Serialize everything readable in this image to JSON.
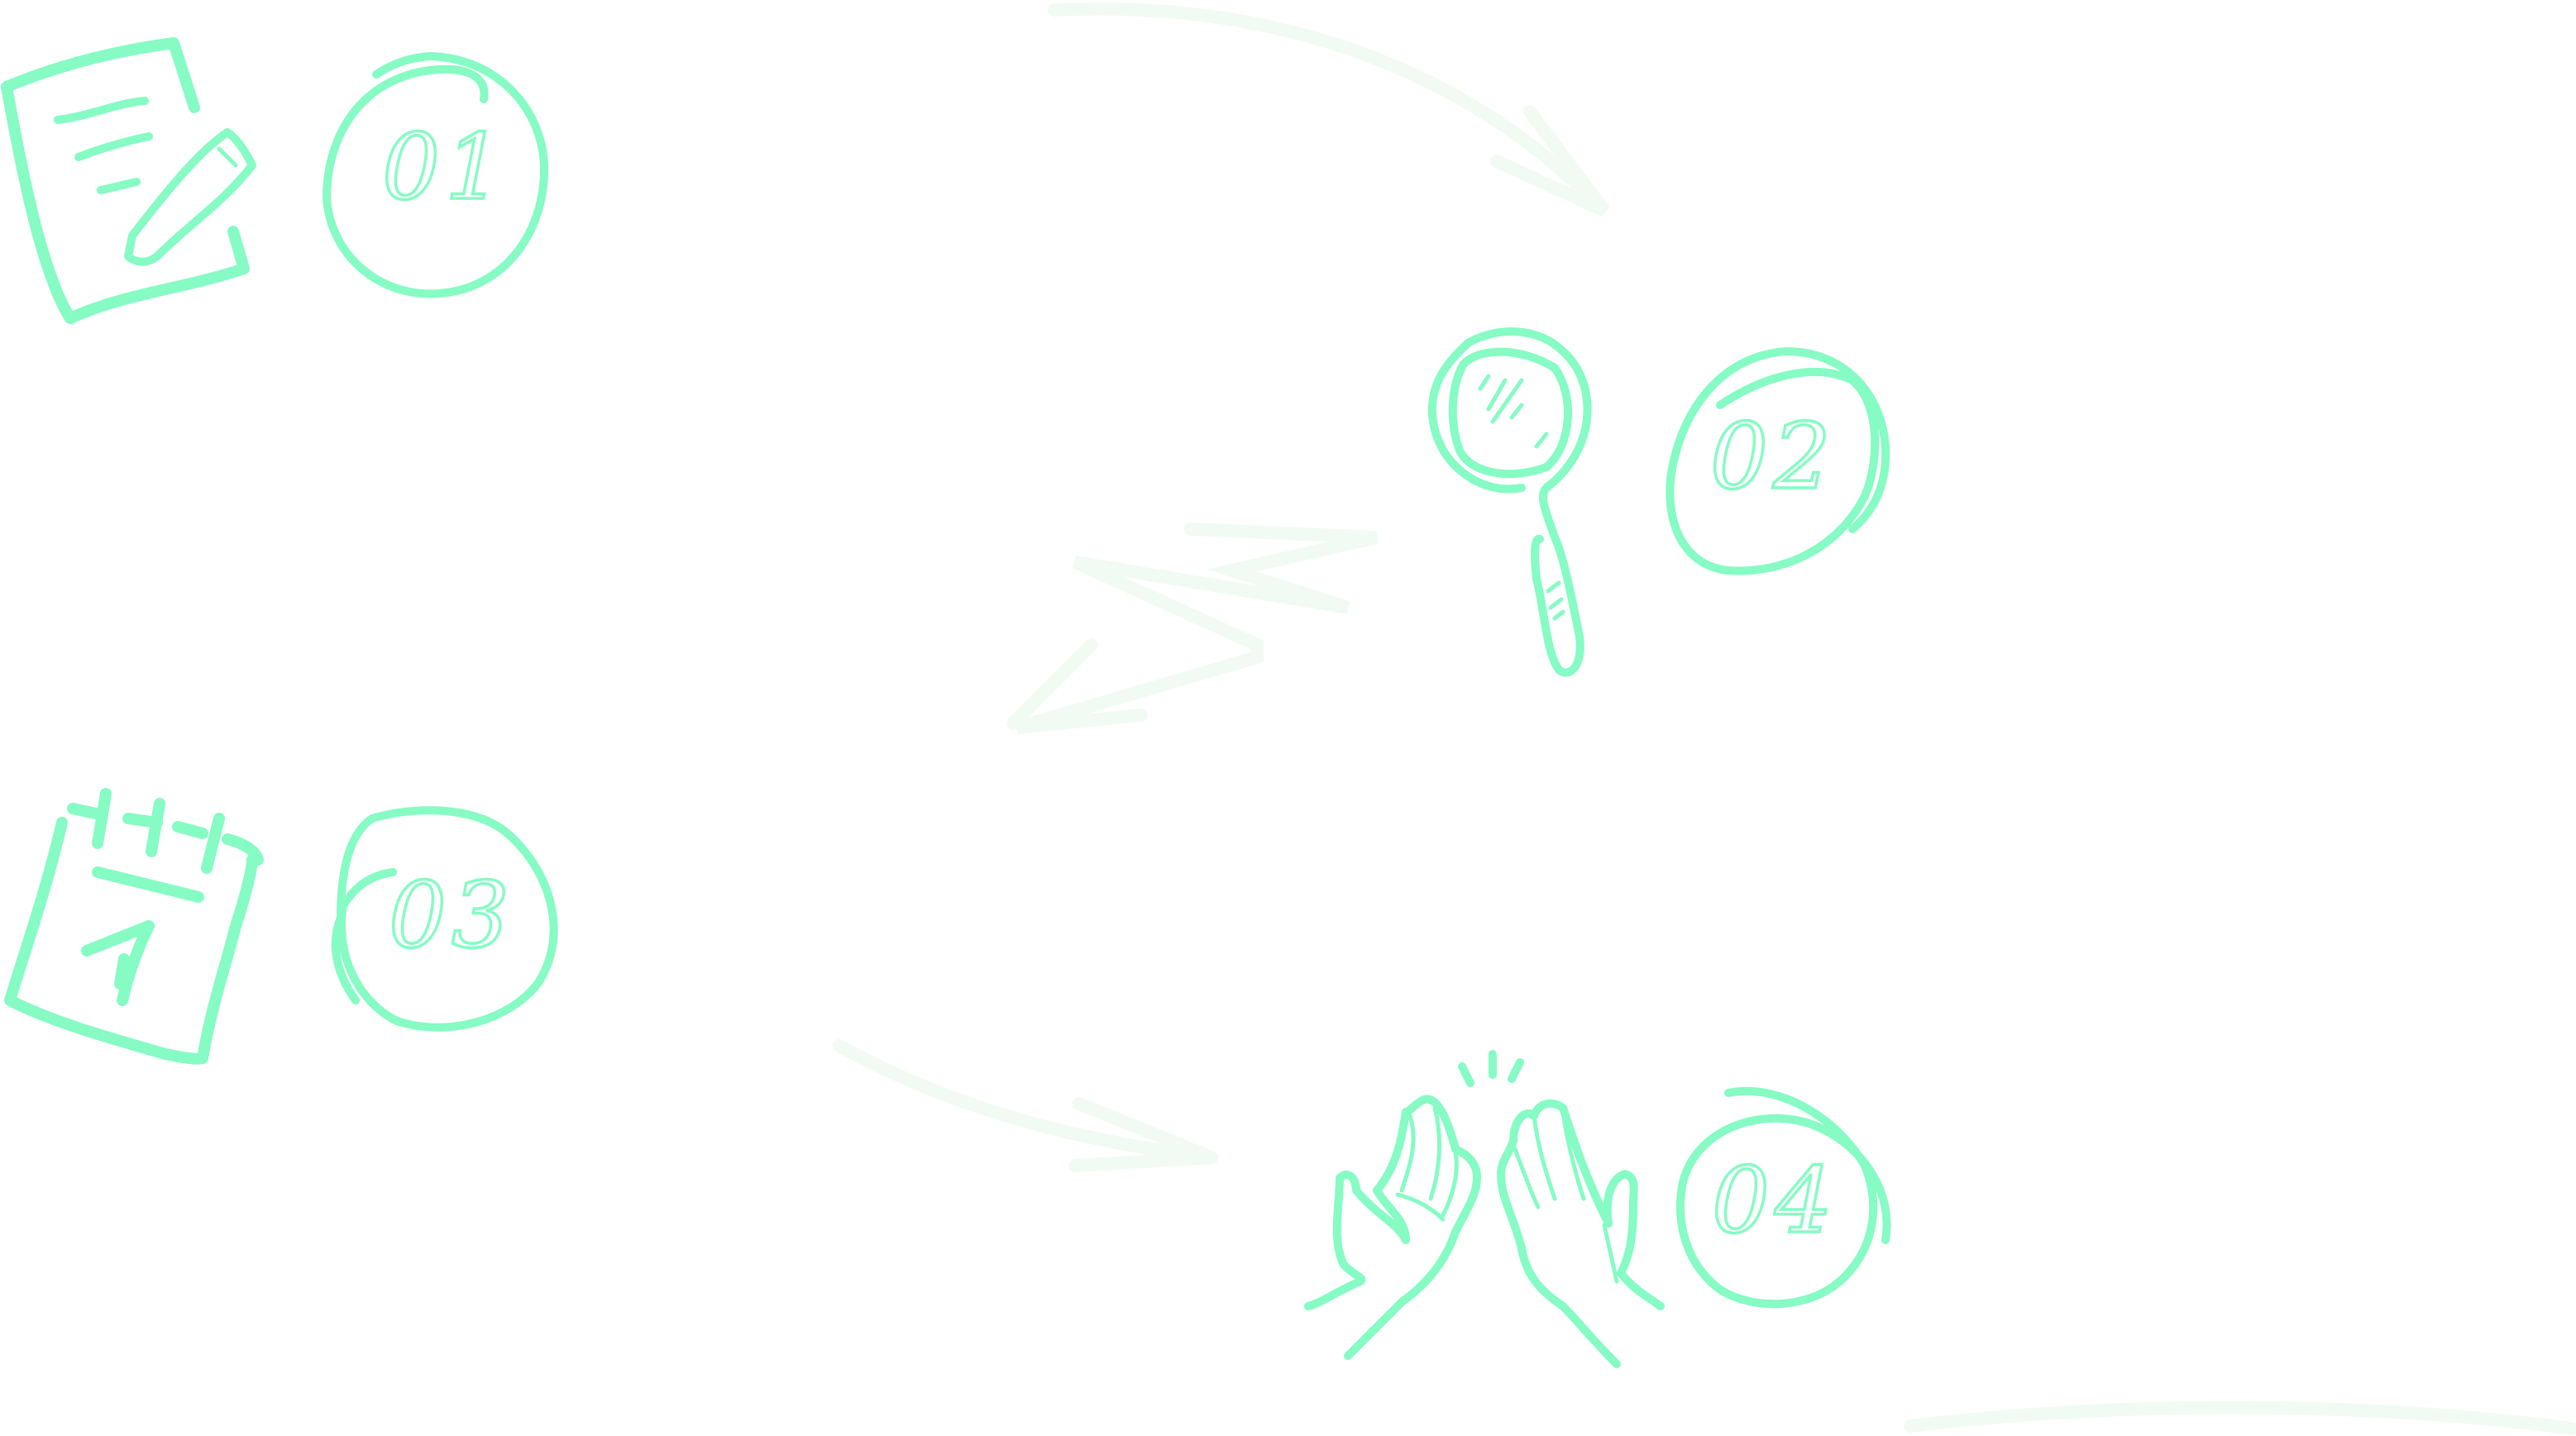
{
  "steps": [
    {
      "number": "01",
      "icon": "document-pencil-icon"
    },
    {
      "number": "02",
      "icon": "magnifier-icon"
    },
    {
      "number": "03",
      "icon": "calendar-icon"
    },
    {
      "number": "04",
      "icon": "high-five-hands-icon"
    }
  ],
  "colors": {
    "accent": "#86fbc4",
    "arrow": "#f1fbf3",
    "background": "#ffffff"
  }
}
